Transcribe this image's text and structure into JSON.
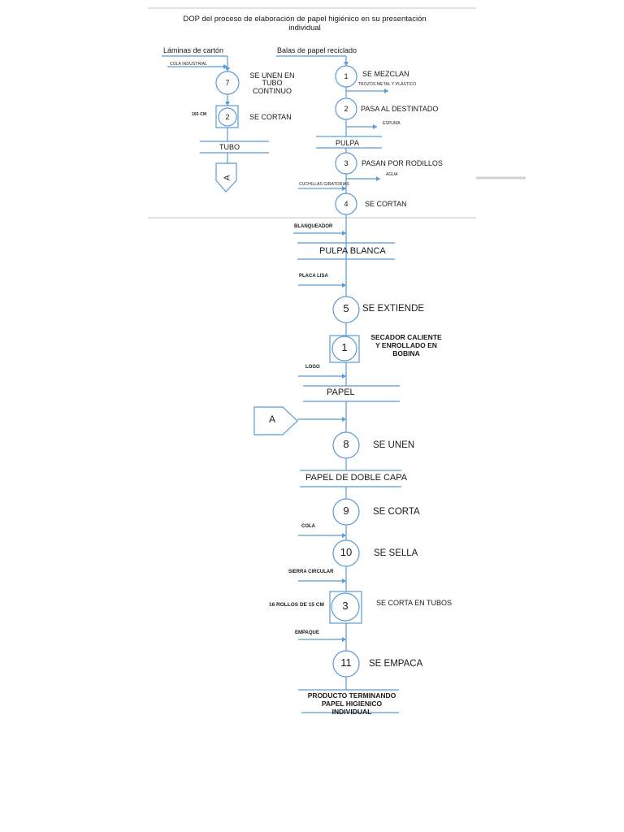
{
  "title": "DOP del proceso de elaboración de papel higiénico en su presentación individual",
  "colors": {
    "line": "#5b9bd5",
    "text": "#1a1a1a",
    "divider": "#d0d0d0"
  },
  "inputs": {
    "laminas": "Láminas de cartón",
    "balas": "Balas de papel reciclado",
    "cola_industrial": "COLA INDUSTRIAL",
    "trozos": "TROZOS METAL Y PLÁSTICO",
    "espuma": "ESPUMA",
    "agua": "AGUA",
    "cuchillas": "CUCHILLAS GIRATORIAS",
    "cm165": "165 CM",
    "blanqueador": "BLANQUEADOR",
    "placa": "PLACA LISA",
    "logo": "LOGO",
    "cola": "COLA",
    "sierra": "SIERRA CIRCULAR",
    "rollos": "16 ROLLOS DE 15 CM",
    "empaque": "EMPAQUE"
  },
  "operations": {
    "op7": {
      "num": "7",
      "label": "SE UNEN EN TUBO CONTINUO"
    },
    "c2": {
      "num": "2",
      "label": "SE CORTAN"
    },
    "op1": {
      "num": "1",
      "label": "SE MEZCLAN"
    },
    "op2": {
      "num": "2",
      "label": "PASA AL DESTINTADO"
    },
    "op3": {
      "num": "3",
      "label": "PASAN POR RODILLOS"
    },
    "op4": {
      "num": "4",
      "label": "SE CORTAN"
    },
    "op5": {
      "num": "5",
      "label": "SE EXTIENDE"
    },
    "c1": {
      "num": "1",
      "label": "SECADOR CALIENTE Y ENROLLADO EN BOBINA"
    },
    "op8": {
      "num": "8",
      "label": "SE UNEN"
    },
    "op9": {
      "num": "9",
      "label": "SE CORTA"
    },
    "op10": {
      "num": "10",
      "label": "SE SELLA"
    },
    "c3": {
      "num": "3",
      "label": "SE CORTA EN TUBOS"
    },
    "op11": {
      "num": "11",
      "label": "SE EMPACA"
    }
  },
  "products": {
    "tubo": "TUBO",
    "pulpa": "PULPA",
    "pulpa_blanca": "PULPA BLANCA",
    "papel": "PAPEL",
    "doble_capa": "PAPEL DE DOBLE CAPA",
    "final": "PRODUCTO TERMINANDO PAPEL HIGIENICO INDIVIDUAL"
  },
  "connector_label": "A"
}
